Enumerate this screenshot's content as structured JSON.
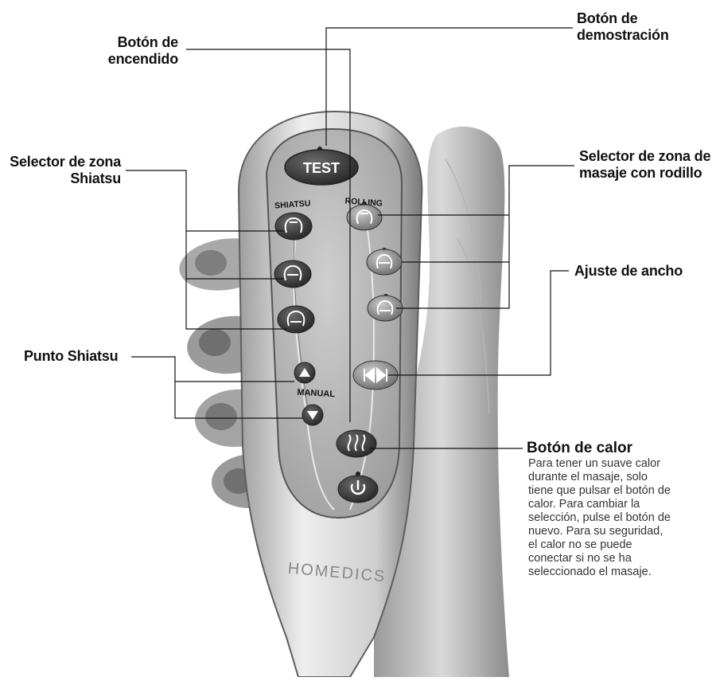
{
  "labels": {
    "power": [
      "Botón de",
      "encendido"
    ],
    "demo": [
      "Botón de",
      "demostración"
    ],
    "shiatsu_zone": [
      "Selector de zona",
      "Shiatsu"
    ],
    "rolling_zone": [
      "Selector de zona de",
      "masaje con rodillo"
    ],
    "width": "Ajuste de ancho",
    "shiatsu_point": "Punto Shiatsu",
    "heat_title": "Botón de calor",
    "heat_desc": "Para tener un suave calor durante el masaje, solo tiene que pulsar el botón de calor. Para cambiar la selección, pulse el botón de nuevo. Para su seguridad, el calor no se puede conectar si no se ha seleccionado el masaje."
  },
  "remote": {
    "test": "TEST",
    "shiatsu": "SHIATSU",
    "rolling": "ROLLING",
    "manual": "MANUAL",
    "brand": "HOMEDICS"
  }
}
